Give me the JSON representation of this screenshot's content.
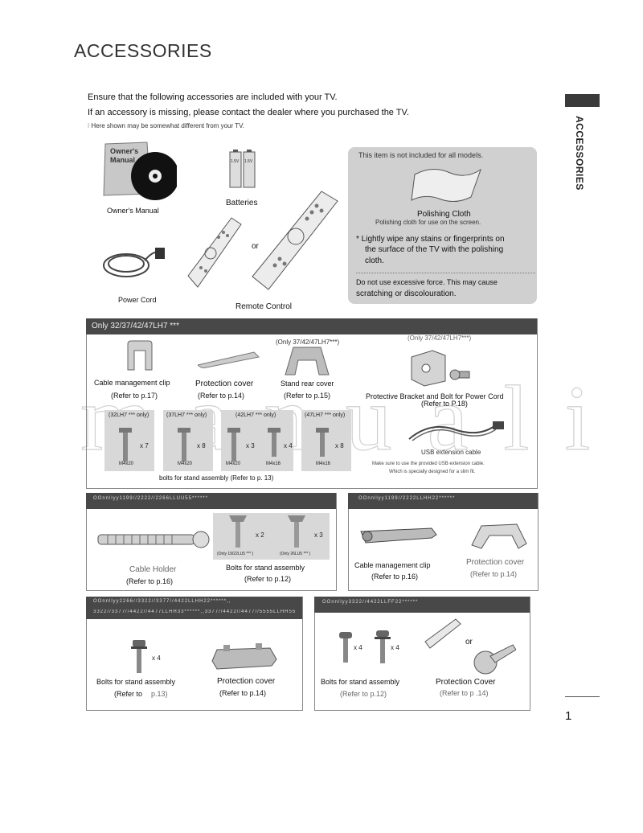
{
  "page_title": "ACCESSORIES",
  "side_tab": "ACCESSORIES",
  "page_number": "1",
  "intro": {
    "line1": "Ensure that the following accessories are included with your TV.",
    "line2": "If an accessory is missing, please contact the dealer where you purchased the TV.",
    "line3": "Here shown may be somewhat different from your TV."
  },
  "top": {
    "owners_manual": "Owner's Manual",
    "manual_cover_text": "Owner's Manual",
    "batteries": "Batteries",
    "battery_voltage": "1.5V",
    "power_cord": "Power Cord",
    "or": "or",
    "remote_control": "Remote Control"
  },
  "polish": {
    "note": "This item is not included for all models.",
    "title": "Polishing Cloth",
    "subtitle": "Polishing cloth for use on the screen.",
    "tip1": "* Lightly wipe any stains or fingerprints on",
    "tip2": "the surface of the TV with the polishing",
    "tip3": "cloth.",
    "warn1": "Do not use excessive force. This may cause",
    "warn2": "scratching or discolouration."
  },
  "panel_a": {
    "header": "Only 32/37/42/47LH7 ***",
    "cable_clip": "Cable management clip",
    "cable_clip_ref": "(Refer to p.17)",
    "protection_cover": "Protection cover",
    "protection_cover_ref": "(Refer to p.14)",
    "stand_only": "(Only 37/42/47LH7***)",
    "stand_rear": "Stand rear cover",
    "stand_rear_ref": "(Refer to p.15)",
    "bracket_only": "(Only 37/42/47LH7***)",
    "bracket": "Protective Bracket and Bolt for Power Cord",
    "bracket_ref": "(Refer to P.18)",
    "usb": "USB extension cable",
    "usb_note1": "Make sure to use the provided USB extension cable.",
    "usb_note2": "Which is specially designed for a slim fit.",
    "bolts_caption": "bolts for stand assembly (Refer to p. 13)",
    "bolt_groups": [
      {
        "model": "(32LH7 *** only)",
        "count": "x 7",
        "size": "M4x20"
      },
      {
        "model": "(37LH7 *** only)",
        "count": "x 8",
        "size": "M4x20"
      },
      {
        "model": "(42LH7 *** only)",
        "count": "x 3",
        "size": "M4x20"
      },
      {
        "model": "",
        "count": "x 4",
        "size": "M4x16"
      },
      {
        "model": "(47LH7 *** only)",
        "count": "x 8",
        "size": "M4x16"
      }
    ]
  },
  "panel_b": {
    "header": "OOnnllyy1199//2222//2266LLUU55******",
    "cable_holder": "Cable Holder",
    "cable_holder_ref": "(Refer to p.16)",
    "bolt1_count": "x 2",
    "bolt1_only": "(Only 19/22LU5 *** )",
    "bolt2_count": "x 3",
    "bolt2_only": "(Only 26LU5 *** )",
    "bolts": "Bolts for stand assembly",
    "bolts_ref": "(Refer to p.12)"
  },
  "panel_c": {
    "header": "OOnnllyy1199//2222LLHH22******",
    "clip": "Cable management clip",
    "clip_ref": "(Refer to p.16)",
    "cover": "Protection cover",
    "cover_ref": "(Refer to p.14)"
  },
  "panel_d": {
    "header1": "OOnnllyy2266//3322//3377//4422LLHH22******,,",
    "header2": "3322//3377//4422//4477LLHH33******,,3377//4422//4477//5555LLHH55",
    "count": "x 4",
    "bolts": "Bolts for stand assembly",
    "bolts_ref_a": "(Refer to",
    "bolts_ref_b": "p.13)",
    "cover": "Protection cover",
    "cover_ref": "(Refer to p.14)"
  },
  "panel_e": {
    "header": "OOnnllyy3322//4422LLFF22******",
    "count1": "x 4",
    "count2": "x 4",
    "or": "or",
    "bolts": "Bolts for stand assembly",
    "bolts_ref": "(Refer to p.12)",
    "cover": "Protection Cover",
    "cover_ref": "(Refer to p .14)"
  },
  "watermark": "manuali"
}
